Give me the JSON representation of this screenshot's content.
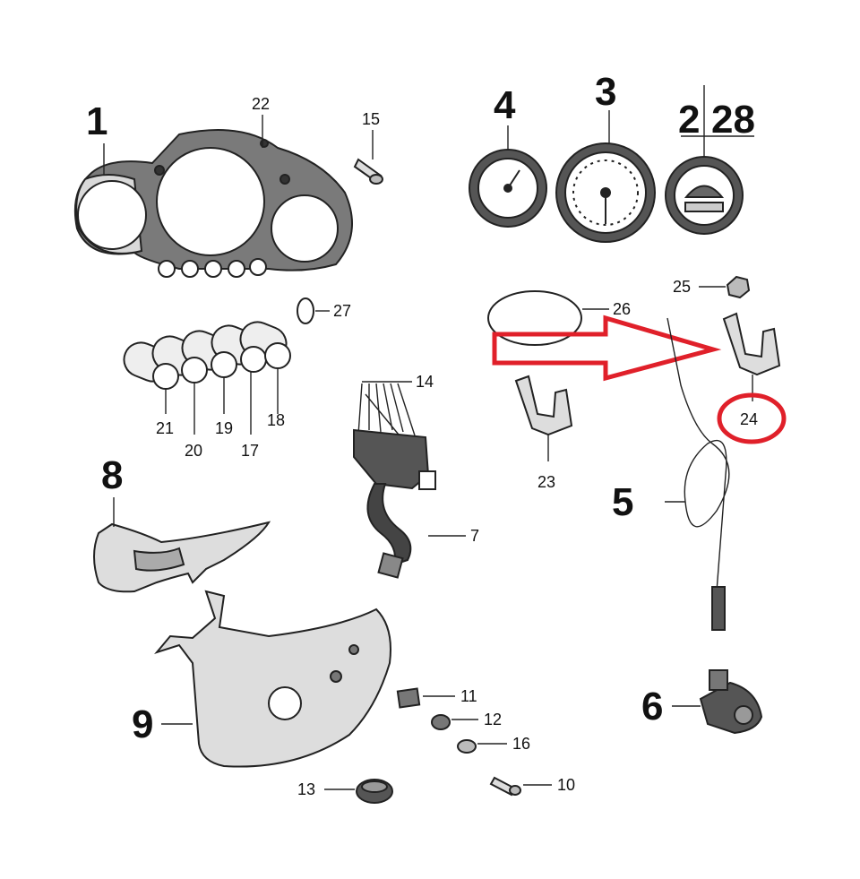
{
  "parts": {
    "p1": "1",
    "p2": "2",
    "p3": "3",
    "p4": "4",
    "p5": "5",
    "p6": "6",
    "p7": "7",
    "p8": "8",
    "p9": "9",
    "p10": "10",
    "p11": "11",
    "p12": "12",
    "p13": "13",
    "p14": "14",
    "p15": "15",
    "p16": "16",
    "p17": "17",
    "p18": "18",
    "p19": "19",
    "p20": "20",
    "p21": "21",
    "p22": "22",
    "p23": "23",
    "p24": "24",
    "p25": "25",
    "p26": "26",
    "p27": "27",
    "p28": "28"
  },
  "colors": {
    "highlight": "#e0202a",
    "line": "#222222",
    "fill_grey": "#7a7a7a"
  }
}
